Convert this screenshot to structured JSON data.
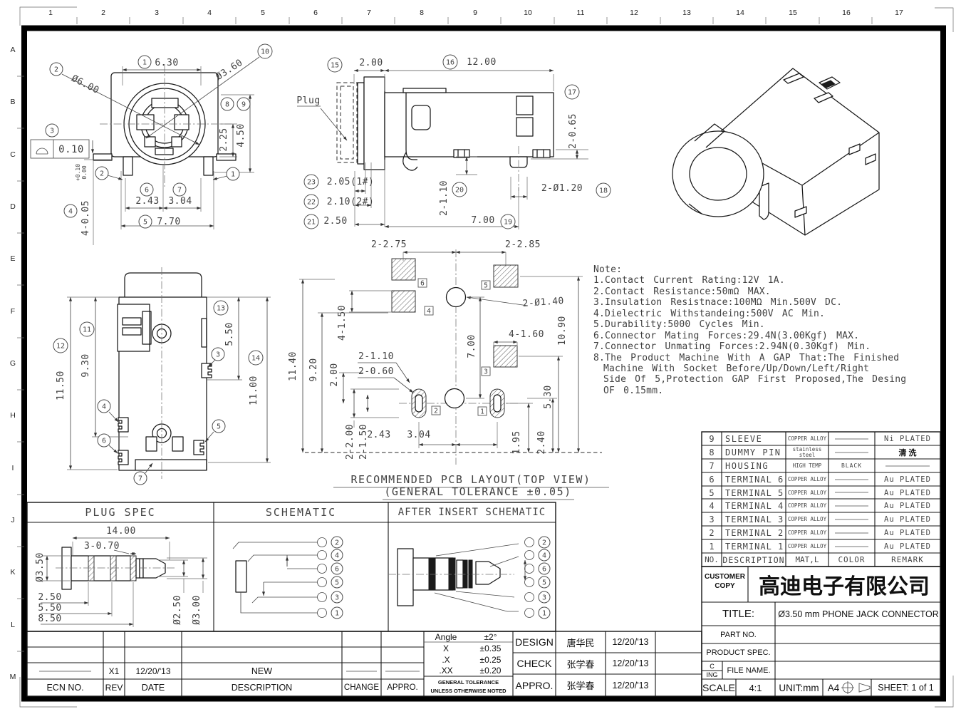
{
  "grid": {
    "top": [
      "1",
      "2",
      "3",
      "4",
      "5",
      "6",
      "7",
      "8",
      "9",
      "10",
      "11",
      "12",
      "13",
      "14",
      "15",
      "16",
      "17"
    ],
    "left": [
      "A",
      "B",
      "C",
      "D",
      "E",
      "F",
      "G",
      "H",
      "I",
      "J",
      "K",
      "L",
      "M"
    ]
  },
  "front": {
    "b1": "1",
    "d630": "6.30",
    "b2": "2",
    "dia600": "Ø6.00",
    "dia360": "Ø3.60",
    "b10": "10",
    "b8": "8",
    "d225": "2.25",
    "b9": "9",
    "d450": "4.50",
    "b3": "3",
    "datum": "0.10",
    "b4": "4",
    "d4005": "4-0.05",
    "tol_hi": "+0.10",
    "tol_lo": "0.00",
    "b6": "6",
    "d243": "2.43",
    "b7": "7",
    "d304": "3.04",
    "b5": "5",
    "d770": "7.70",
    "pin2": "2",
    "pin1": "1"
  },
  "side": {
    "b15": "15",
    "d200": "2.00",
    "b16": "16",
    "d1200": "12.00",
    "plug": "Plug",
    "b17": "17",
    "d2065": "2-0.65",
    "b23": "23",
    "d205": "2.05(1#)",
    "b22": "22",
    "d210": "2.10(2#)",
    "b21": "21",
    "d250": "2.50",
    "b20": "20",
    "d2110": "2-1.10",
    "d700": "7.00",
    "b19": "19",
    "d2dia120": "2-Ø1.20",
    "b18": "18"
  },
  "bottom": {
    "b12": "12",
    "d1150": "11.50",
    "b11": "11",
    "d930": "9.30",
    "b13": "13",
    "d550": "5.50",
    "b14": "14",
    "d1100": "11.00",
    "p3": "3",
    "p4": "4",
    "p5": "5",
    "p6": "6",
    "p7": "7"
  },
  "pcb": {
    "d2275": "2-2.75",
    "d2285": "2-2.85",
    "d2dia140": "2-Ø1.40",
    "d4150": "4-1.50",
    "d4160": "4-1.60",
    "d1090": "10.90",
    "d700": "7.00",
    "d1140": "11.40",
    "d920": "9.20",
    "d200": "2.00",
    "d2110": "2-1.10",
    "d2060": "2-0.60",
    "d530": "5.30",
    "d2200": "2-2.00",
    "d2150": "2-1.50",
    "d243": "2.43",
    "d304": "3.04",
    "d195": "1.95",
    "d240": "2.40",
    "p6": "6",
    "p4": "4",
    "p5": "5",
    "p3": "3",
    "p2": "2",
    "p1": "1",
    "cap1": "RECOMMENDED PCB LAYOUT(TOP VIEW)",
    "cap2": "(GENERAL TOLERANCE ±0.05)"
  },
  "notes": {
    "lines": [
      "Note:",
      "1.Contact Current Rating:12V 1A.",
      "2.Contact Resistance:50mΩ MAX.",
      "3.Insulation Resistnace:100MΩ Min.500V DC.",
      "4.Dielectric Withstandeing:500V AC Min.",
      "5.Durability:5000 Cycles Min.",
      "6.Connector Mating Forces:29.4N(3.00Kgf) MAX.",
      "7.Connector Unmating Forces:2.94N(0.30Kgf) Min.",
      "8.The Product Machine With A GAP That:The Finished",
      "Machine With Socket Before/Up/Down/Left/Right",
      "Side Of 5,Protection GAP First Proposed,The Desing",
      "OF 0.15mm."
    ]
  },
  "plug_spec": {
    "title": "PLUG SPEC",
    "d1400": "14.00",
    "d3070": "3-0.70",
    "dia350": "Ø3.50",
    "d250": "2.50",
    "d550": "5.50",
    "d850": "8.50",
    "dia250": "Ø2.50",
    "dia300": "Ø3.00"
  },
  "schematic": {
    "title": "SCHEMATIC",
    "t": [
      "2",
      "4",
      "6",
      "5",
      "3",
      "1"
    ]
  },
  "after": {
    "title": "AFTER INSERT SCHEMATIC",
    "t": [
      "2",
      "4",
      "6",
      "5",
      "3",
      "1"
    ]
  },
  "parts": {
    "rows": [
      {
        "no": "9",
        "desc": "SLEEVE",
        "mat": "COPPER ALLOY",
        "color": "",
        "remark": "Ni PLATED"
      },
      {
        "no": "8",
        "desc": "DUMMY PIN",
        "mat": "stainless steel",
        "color": "",
        "remark": "清 洗"
      },
      {
        "no": "7",
        "desc": "HOUSING",
        "mat": "HIGH TEMP",
        "color": "BLACK",
        "remark": ""
      },
      {
        "no": "6",
        "desc": "TERMINAL 6",
        "mat": "COPPER ALLOY",
        "color": "",
        "remark": "Au PLATED"
      },
      {
        "no": "5",
        "desc": "TERMINAL 5",
        "mat": "COPPER ALLOY",
        "color": "",
        "remark": "Au PLATED"
      },
      {
        "no": "4",
        "desc": "TERMINAL 4",
        "mat": "COPPER ALLOY",
        "color": "",
        "remark": "Au PLATED"
      },
      {
        "no": "3",
        "desc": "TERMINAL 3",
        "mat": "COPPER ALLOY",
        "color": "",
        "remark": "Au PLATED"
      },
      {
        "no": "2",
        "desc": "TERMINAL 2",
        "mat": "COPPER ALLOY",
        "color": "",
        "remark": "Au PLATED"
      },
      {
        "no": "1",
        "desc": "TERMINAL 1",
        "mat": "COPPER ALLOY",
        "color": "",
        "remark": "Au PLATED"
      }
    ],
    "hdr": {
      "no": "NO.",
      "desc": "DESCRIPTION",
      "mat": "MAT,L",
      "color": "COLOR",
      "remark": "REMARK"
    }
  },
  "tb": {
    "customer1": "CUSTOMER",
    "customer2": "COPY",
    "company": "高迪电子有限公司",
    "title_label": "TITLE:",
    "title": "Ø3.50 mm PHONE JACK CONNECTOR",
    "part_no": "PART NO.",
    "product_spec": "PRODUCT SPEC.",
    "c": "C",
    "ing": "ING",
    "file_name": "FILE NAME.",
    "scale_label": "SCALE",
    "scale": "4:1",
    "unit": "UNIT:mm",
    "paper": "A4",
    "sheet": "SHEET: 1 of 1"
  },
  "rev": {
    "rev": "X1",
    "date": "12/20/'13",
    "desc": "NEW",
    "hdr": [
      "ECN NO.",
      "REV",
      "DATE",
      "DESCRIPTION",
      "CHANGE",
      "APPRO."
    ]
  },
  "tol": {
    "r0l": "Angle",
    "r0v": "±2°",
    "r1l": "X",
    "r1v": "±0.35",
    "r2l": ".X",
    "r2v": "±0.25",
    "r3l": ".XX",
    "r3v": "±0.20",
    "f1": "GENERAL TOLERANCE",
    "f2": "UNLESS OTHERWISE NOTED"
  },
  "sign": {
    "rows": [
      {
        "role": "DESIGN",
        "name": "唐华民",
        "date": "12/20/'13"
      },
      {
        "role": "CHECK",
        "name": "张学春",
        "date": "12/20/'13"
      },
      {
        "role": "APPRO.",
        "name": "张学春",
        "date": "12/20/'13"
      }
    ]
  }
}
